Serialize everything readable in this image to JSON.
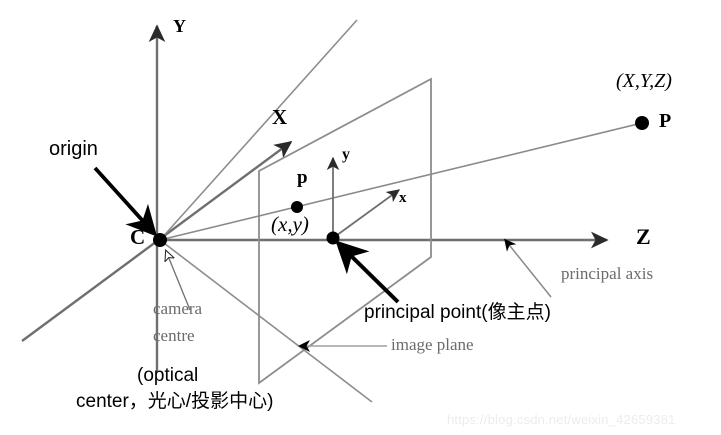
{
  "figure": {
    "type": "pinhole-camera-geometry-diagram",
    "background_color": "#ffffff",
    "stroke_dark": "#000000",
    "stroke_gray": "#7a7a7a",
    "text_gray": "#6b6b6b",
    "watermark_color": "#ececec"
  },
  "axes": {
    "world_y": "Y",
    "world_x": "X",
    "world_z": "Z",
    "image_x": "x",
    "image_y": "y"
  },
  "points": {
    "camera_centre": "C",
    "image_point": "p",
    "image_coords": "(x,y)",
    "scene_point": "P",
    "scene_coords": "(X,Y,Z)"
  },
  "callouts": {
    "origin": "origin",
    "camera_centre_line1": "camera",
    "camera_centre_line2": "centre",
    "optical_center_line1": "(optical",
    "optical_center_line2": "center，光心/投影中心)",
    "principal_point": "principal point(像主点)",
    "principal_axis": "principal axis",
    "image_plane": "image plane"
  },
  "watermark": {
    "text": "https://blog.csdn.net/weixin_42659381"
  }
}
